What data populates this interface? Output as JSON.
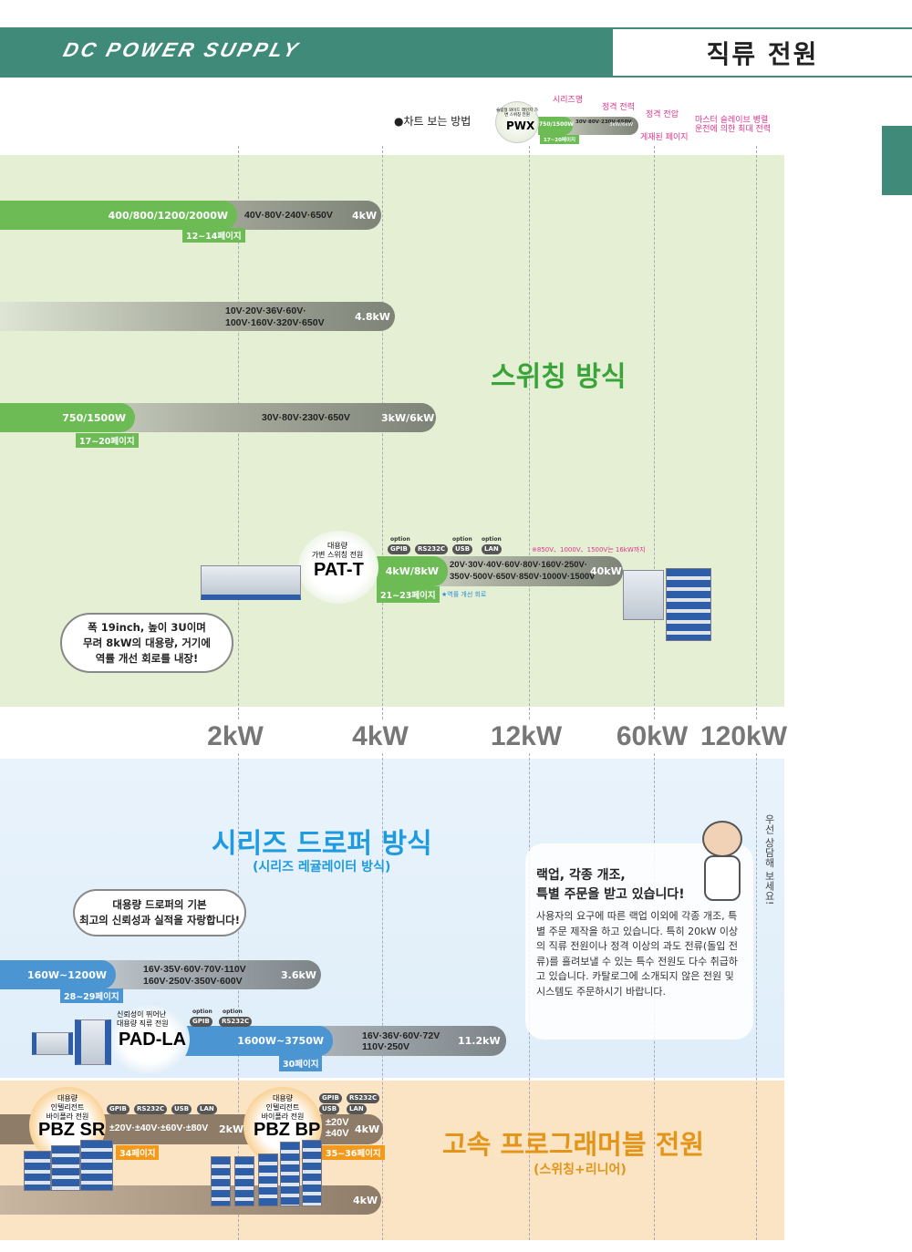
{
  "header": {
    "title_en": "DC POWER SUPPLY",
    "title_ko": "직류 전원"
  },
  "legend": {
    "label": "●차트 보는 방법",
    "sample_desc": "슬림형 와이드 레인지 가변 스위칭 전원",
    "sample_name": "PWX",
    "sample_power": "750/1500W",
    "sample_voltage": "30V·80V·230V·650V",
    "sample_max": "3kW/6kW",
    "sample_page": "17~20페이지",
    "ann_series": "시리즈명",
    "ann_power": "정격 전력",
    "ann_voltage": "정격 전압",
    "ann_page": "게재된 페이지",
    "ann_max": "마스터 슬레이브 병렬 운전에 의한 최대 전력"
  },
  "switching": {
    "title": "스위칭 방식",
    "rows": [
      {
        "power": "400/800/1200/2000W",
        "voltage": "40V·80V·240V·650V",
        "max": "4kW",
        "page": "12~14페이지"
      },
      {
        "voltage1": "10V·20V·36V·60V·",
        "voltage2": "100V·160V·320V·650V",
        "max": "4.8kW"
      },
      {
        "power": "750/1500W",
        "voltage": "30V·80V·230V·650V",
        "max": "3kW/6kW",
        "page": "17~20페이지"
      }
    ],
    "pat": {
      "desc1": "대용량",
      "desc2": "가변 스위칭 전원",
      "name": "PAT-T",
      "power": "4kW/8kW",
      "voltage1": "20V·30V·40V·60V·80V·160V·250V·",
      "voltage2": "350V·500V·650V·850V·1000V·1500V",
      "max": "40kW",
      "page": "21~23페이지",
      "note": "※850V、1000V、1500V는 16kW까지",
      "pfc": "★역률 개선 회로",
      "opt_label": "option",
      "options": [
        "GPIB",
        "RS232C",
        "USB",
        "LAN"
      ]
    },
    "bubble": [
      "폭 19inch, 높이 3U이며",
      "무려 8kW의 대용량, 거기에",
      "역률 개선 회로를 내장!"
    ]
  },
  "scale": [
    "2kW",
    "4kW",
    "12kW",
    "60kW",
    "120kW"
  ],
  "series": {
    "title": "시리즈 드로퍼 방식",
    "subtitle": "(시리즈 레귤레이터 방식)",
    "bubble": [
      "대용량 드로퍼의 기본",
      "최고의 신뢰성과 실적을 자랑합니다!"
    ],
    "row1": {
      "power": "160W~1200W",
      "voltage1": "16V·35V·60V·70V·110V",
      "voltage2": "160V·250V·350V·600V",
      "max": "3.6kW",
      "page": "28~29페이지"
    },
    "pad": {
      "desc1": "신뢰성이 뛰어난",
      "desc2": "대용량 직류 전원",
      "name": "PAD-LA",
      "power": "1600W~3750W",
      "voltage1": "16V·36V·60V·72V",
      "voltage2": "110V·250V",
      "max": "11.2kW",
      "page": "30페이지",
      "opt_label": "option",
      "options": [
        "GPIB",
        "RS232C"
      ]
    }
  },
  "custom": {
    "title1": "랙업, 각종 개조,",
    "title2": "특별 주문을 받고 있습니다!",
    "body": "사용자의 요구에 따른 랙업 이외에 각종 개조, 특별 주문 제작을 하고 있습니다. 특히 20kW 이상의 직류 전원이나 정격 이상의 과도 전류(돌입 전류)를 흘려보낼 수 있는 특수 전원도 다수 취급하고 있습니다. 카탈로그에 소개되지 않은 전원 및 시스템도 주문하시기 바랍니다.",
    "vertical": "우선 상담해 보세요!"
  },
  "bipolar": {
    "title": "고속 프로그래머블 전원",
    "subtitle": "(스위칭+리니어)",
    "sr": {
      "desc1": "대용량",
      "desc2": "인텔리전트",
      "desc3": "바이폴라 전원",
      "name": "PBZ SR",
      "voltage": "±20V·±40V·±60V·±80V",
      "max": "2kW",
      "page": "34페이지",
      "options": [
        "GPIB",
        "RS232C",
        "USB",
        "LAN"
      ]
    },
    "bp": {
      "desc1": "대용량",
      "desc2": "인텔리전트",
      "desc3": "바이폴라 전원",
      "name": "PBZ BP",
      "voltage1": "±20V",
      "voltage2": "±40V",
      "max": "4kW",
      "page": "35~36페이지",
      "options": [
        "GPIB",
        "RS232C",
        "USB",
        "LAN"
      ]
    },
    "row2": {
      "max": "4kW"
    }
  }
}
